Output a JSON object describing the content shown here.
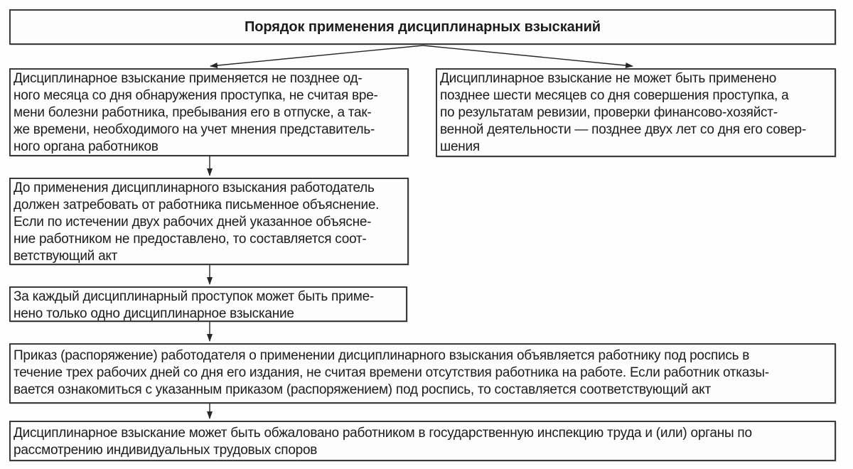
{
  "colors": {
    "border": "#3b3b3b",
    "text": "#1c1c1c",
    "background": "#fefefe"
  },
  "diagram": {
    "title": "Порядок применения дисциплинарных взысканий",
    "nodes": [
      {
        "id": "deadline-one-month",
        "text": "Дисциплинарное взыскание применяется не позднее од-\nного месяца со дня обнаружения проступка, не считая вре-\nмени болезни работника, пребывания его в отпуске, а так-\nже времени, необходимого на учет мнения представитель-\nного органа работников"
      },
      {
        "id": "deadline-six-months",
        "text": "Дисциплинарное взыскание не может быть применено\nпозднее шести месяцев со дня совершения проступка, а\nпо результатам ревизии, проверки финансово-хозяйст-\nвенной деятельности — позднее двух лет со дня его совер-\nшения"
      },
      {
        "id": "written-explanation",
        "text": "До применения дисциплинарного взыскания работодатель\nдолжен затребовать от работника письменное объяснение.\nЕсли по истечении двух рабочих дней указанное объясне-\nние работником не предоставлено, то составляется соот-\nветствующий акт"
      },
      {
        "id": "one-sanction-per-offense",
        "text": "За каждый дисциплинарный проступок может быть приме-\nнено только одно дисциплинарное взыскание"
      },
      {
        "id": "order-announcement",
        "text": "Приказ (распоряжение) работодателя о применении дисциплинарного взыскания объявляется работнику под роспись в\nтечение трех рабочих дней со дня его издания, не считая времени отсутствия работника на работе. Если работник отказы-\nвается ознакомиться с указанным приказом (распоряжением) под роспись, то составляется соответствующий акт"
      },
      {
        "id": "appeal",
        "text": "Дисциплинарное взыскание может быть обжаловано работником в государственную инспекцию труда и (или) органы по\nрассмотрению индивидуальных трудовых споров"
      }
    ]
  }
}
